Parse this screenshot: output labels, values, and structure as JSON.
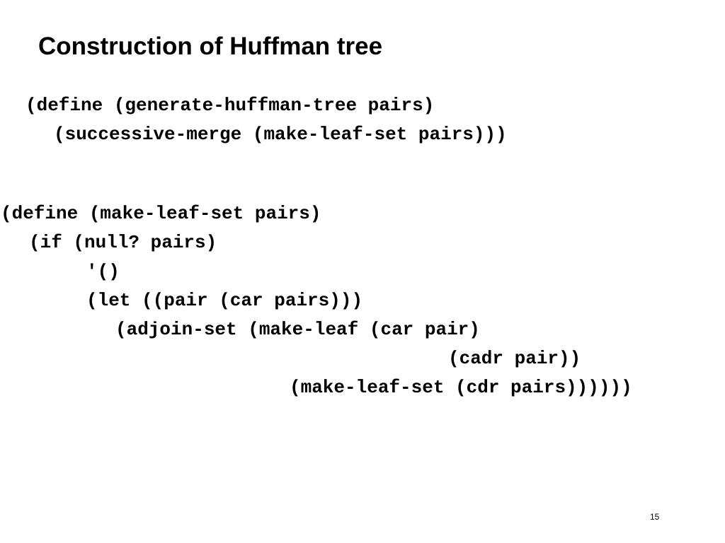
{
  "slide": {
    "title": "Construction of Huffman tree",
    "page_number": "15"
  },
  "code_blocks": [
    {
      "lines": [
        "(define (generate-huffman-tree pairs)",
        "(successive-merge (make-leaf-set pairs)))"
      ]
    },
    {
      "lines": [
        "(define (make-leaf-set pairs)",
        "(if (null? pairs)",
        "'()",
        "(let ((pair (car pairs)))",
        "(adjoin-set (make-leaf (car pair)",
        "(cadr pair))",
        "(make-leaf-set (cdr pairs))))))"
      ]
    }
  ]
}
